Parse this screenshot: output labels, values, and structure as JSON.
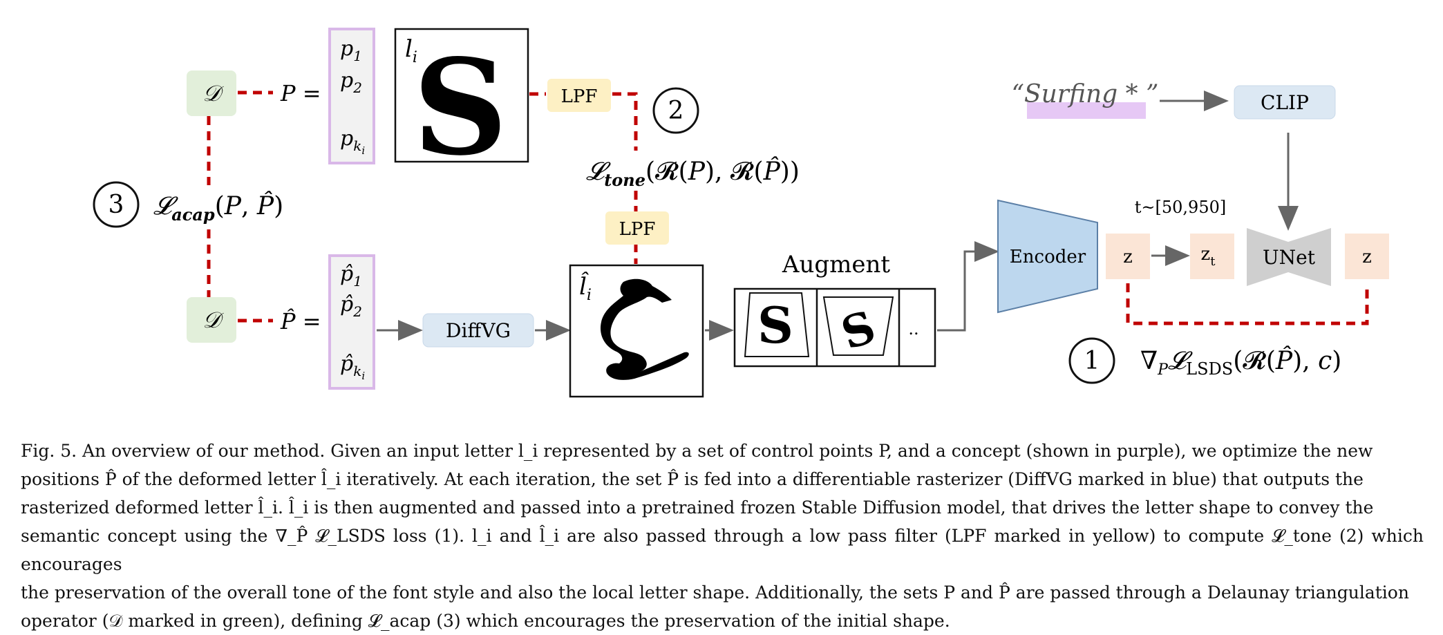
{
  "figure": {
    "d_symbol": "𝒟",
    "P_eq": "P =",
    "Phat_eq": "P̂ =",
    "points_top": [
      "p",
      "p",
      "p"
    ],
    "points_top_sub": [
      "1",
      "2",
      "k"
    ],
    "points_top_subsub": "i",
    "points_bot": [
      "p̂",
      "p̂",
      "p̂"
    ],
    "points_bot_sub": [
      "1",
      "2",
      "k"
    ],
    "points_bot_subsub": "i",
    "li_label": "l",
    "li_sub": "i",
    "lihat_label": "l̂",
    "lihat_sub": "i",
    "input_letter": "S",
    "lpf": "LPF",
    "diffvg": "DiffVG",
    "augment": "Augment",
    "ellipsis": "..",
    "encoder": "Encoder",
    "clip": "CLIP",
    "unet": "UNet",
    "z": "z",
    "zt": "z",
    "zt_sub": "t",
    "timestep": "t~[50,950]",
    "prompt": "“Surfing * ”",
    "num1": "1",
    "num2": "2",
    "num3": "3",
    "loss_tone": "𝓛tone(𝓡(P), 𝓡(P̂))",
    "loss_acap": "𝓛acap(P, P̂)",
    "loss_lsds": "∇P𝓛LSDS(𝓡(P̂), c)"
  },
  "caption": {
    "lines": [
      "Fig. 5.  An overview of our method. Given an input letter l_i represented by a set of control points P, and a concept (shown in purple), we optimize the new",
      "positions P̂ of the deformed letter l̂_i iteratively. At each iteration, the set P̂ is fed into a differentiable rasterizer (DiffVG marked in blue) that outputs the",
      "rasterized deformed letter l̂_i. l̂_i is then augmented and passed into a pretrained frozen Stable Diffusion model, that drives the letter shape to convey the",
      "semantic concept using the ∇_P̂ 𝓛_LSDS loss (1). l_i and l̂_i are also passed through a low pass filter (LPF marked in yellow) to compute 𝓛_tone (2) which encourages",
      "the preservation of the overall tone of the font style and also the local letter shape. Additionally, the sets P and P̂ are passed through a Delaunay triangulation",
      "operator (𝒟 marked in green), defining 𝓛_acap (3) which encourages the preservation of the initial shape."
    ]
  },
  "colors": {
    "green": "#e2efda",
    "purple": "#d9b8e8",
    "yellow": "#fdf0c4",
    "blue": "#dce8f3",
    "encoder_blue": "#bdd7ee",
    "peach": "#fbe5d6",
    "gray": "#cfcfcf",
    "red_dash": "#c00000"
  }
}
